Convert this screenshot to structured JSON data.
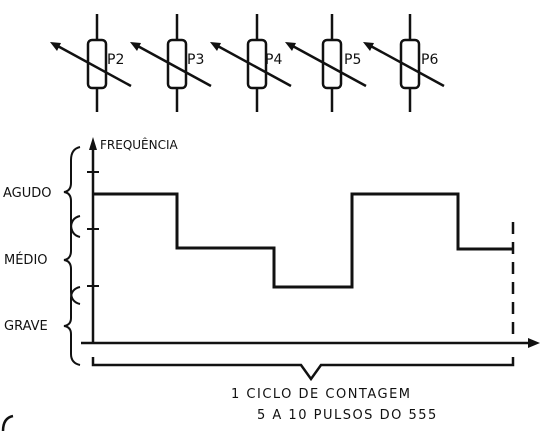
{
  "potentiometers": [
    "P2",
    "P3",
    "P4",
    "P5",
    "P6"
  ],
  "axis": {
    "y_label": "FREQUÊNCIA"
  },
  "levels": {
    "high": "AGUDO",
    "mid": "MÉDIO",
    "low": "GRAVE"
  },
  "waveform_sequence": [
    "high",
    "mid",
    "low",
    "high",
    "mid"
  ],
  "caption": {
    "line1": "1 CICLO DE CONTAGEM",
    "line2": "5 A 10 PULSOS DO 555"
  },
  "colors": {
    "ink": "#111111",
    "background": "#ffffff"
  }
}
